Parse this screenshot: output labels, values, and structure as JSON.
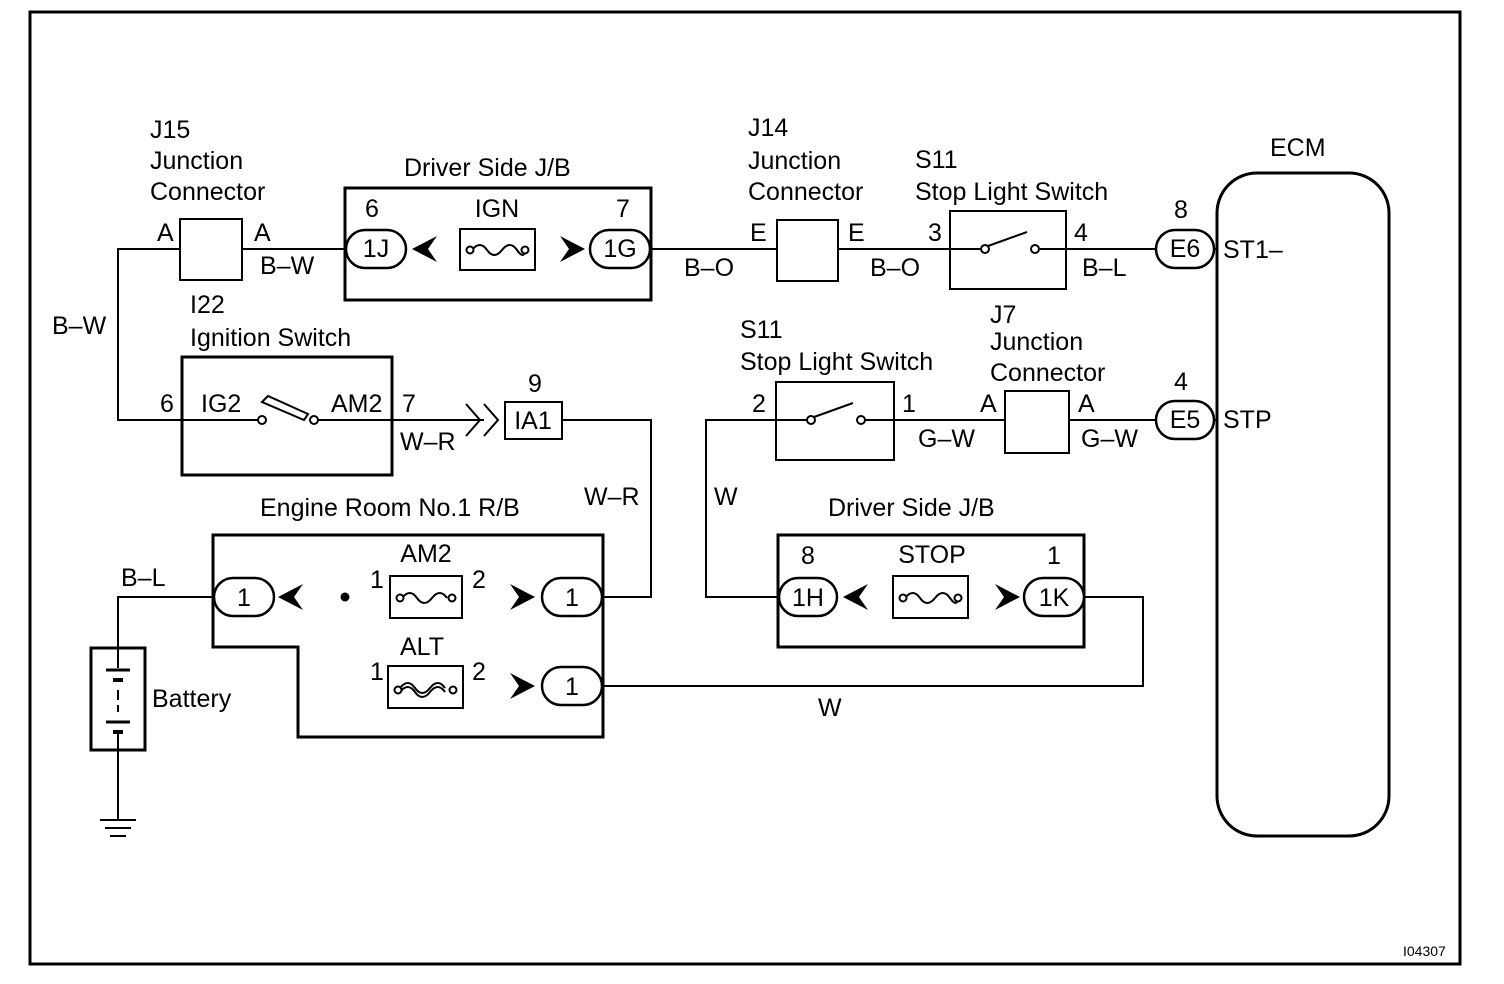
{
  "components": {
    "j15": {
      "id": "J15",
      "line1": "Junction",
      "line2": "Connector",
      "pin_in": "A",
      "pin_out": "A"
    },
    "jb_top": {
      "title": "Driver Side J/B",
      "fuse": "IGN",
      "pin_left": "6",
      "pin_right": "7",
      "conn_left": "1J",
      "conn_right": "1G"
    },
    "j14": {
      "id": "J14",
      "line1": "Junction",
      "line2": "Connector",
      "pin_in": "E",
      "pin_out": "E"
    },
    "s11_top": {
      "id": "S11",
      "name": "Stop Light Switch",
      "pin_left": "3",
      "pin_right": "4"
    },
    "ecm": {
      "title": "ECM",
      "pin_top_num": "8",
      "conn_top": "E6",
      "term_top": "ST1–",
      "pin_bot_num": "4",
      "conn_bot": "E5",
      "term_bot": "STP"
    },
    "i22": {
      "id": "I22",
      "name": "Ignition Switch",
      "pin_left": "6",
      "term_left": "IG2",
      "term_right": "AM2",
      "pin_right": "7"
    },
    "ia1": {
      "pin": "9",
      "conn": "IA1"
    },
    "s11_bot": {
      "id": "S11",
      "name": "Stop Light Switch",
      "pin_left": "2",
      "pin_right": "1"
    },
    "j7": {
      "id": "J7",
      "line1": "Junction",
      "line2": "Connector",
      "pin_in": "A",
      "pin_out": "A"
    },
    "rb": {
      "title": "Engine Room No.1 R/B",
      "conn_in": "1",
      "fuse1": "AM2",
      "fuse1_pin_l": "1",
      "fuse1_pin_r": "2",
      "conn_out1": "1",
      "fuse2": "ALT",
      "fuse2_pin_l": "1",
      "fuse2_pin_r": "2",
      "conn_out2": "1"
    },
    "jb_bot": {
      "title": "Driver Side J/B",
      "fuse": "STOP",
      "pin_left": "8",
      "pin_right": "1",
      "conn_left": "1H",
      "conn_right": "1K"
    },
    "battery": {
      "label": "Battery"
    }
  },
  "wires": {
    "bw_left": "B–W",
    "bw_top": "B–W",
    "bo_1": "B–O",
    "bo_2": "B–O",
    "bl_top": "B–L",
    "wr_1": "W–R",
    "wr_2": "W–R",
    "gw_1": "G–W",
    "gw_2": "G–W",
    "w_mid": "W",
    "bl_batt": "B–L",
    "w_bottom": "W"
  },
  "figure_id": "I04307"
}
